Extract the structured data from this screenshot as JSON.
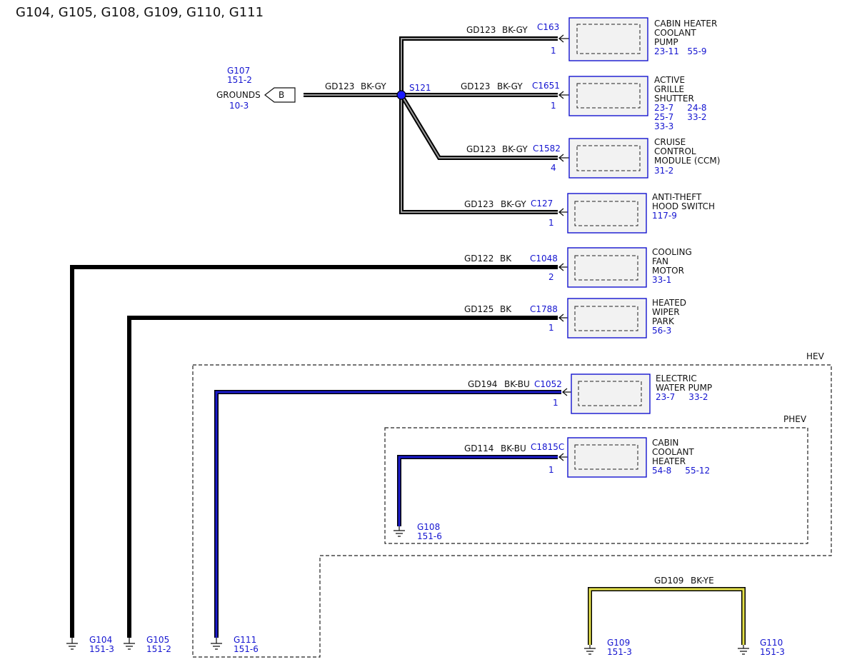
{
  "title": "G104, G105, G108, G109, G110, G111",
  "grounds_connector": {
    "label": "GROUNDS",
    "ref_top": "G107",
    "ref_top_page": "151-2",
    "ref_bottom": "10-3",
    "letter": "B"
  },
  "splice": {
    "id": "S121"
  },
  "wires": {
    "main": {
      "circuit": "GD123",
      "color": "BK-GY"
    },
    "w1": {
      "circuit": "GD123",
      "color": "BK-GY"
    },
    "w2": {
      "circuit": "GD123",
      "color": "BK-GY"
    },
    "w3": {
      "circuit": "GD123",
      "color": "BK-GY"
    },
    "w4": {
      "circuit": "GD123",
      "color": "BK-GY"
    },
    "w5": {
      "circuit": "GD122",
      "color": "BK"
    },
    "w6": {
      "circuit": "GD125",
      "color": "BK"
    },
    "w7": {
      "circuit": "GD194",
      "color": "BK-BU"
    },
    "w8": {
      "circuit": "GD114",
      "color": "BK-BU"
    },
    "w9": {
      "circuit": "GD109",
      "color": "BK-YE"
    }
  },
  "components": [
    {
      "connector": "C163",
      "pin": "1",
      "name": [
        "CABIN HEATER",
        "COOLANT",
        "PUMP"
      ],
      "refs": [
        "23-11   55-9"
      ]
    },
    {
      "connector": "C1651",
      "pin": "1",
      "name": [
        "ACTIVE",
        "GRILLE",
        "SHUTTER"
      ],
      "refs": [
        "23-7     24-8",
        "25-7     33-2",
        "33-3"
      ]
    },
    {
      "connector": "C1582",
      "pin": "4",
      "name": [
        "CRUISE",
        "CONTROL",
        "MODULE (CCM)"
      ],
      "refs": [
        "31-2"
      ]
    },
    {
      "connector": "C127",
      "pin": "1",
      "name": [
        "ANTI-THEFT",
        "HOOD SWITCH"
      ],
      "refs": [
        "117-9"
      ]
    },
    {
      "connector": "C1048",
      "pin": "2",
      "name": [
        "COOLING",
        "FAN",
        "MOTOR"
      ],
      "refs": [
        "33-1"
      ]
    },
    {
      "connector": "C1788",
      "pin": "1",
      "name": [
        "HEATED",
        "WIPER",
        "PARK"
      ],
      "refs": [
        "56-3"
      ]
    },
    {
      "connector": "C1052",
      "pin": "1",
      "name": [
        "ELECTRIC",
        "WATER PUMP"
      ],
      "refs": [
        "23-7     33-2"
      ]
    },
    {
      "connector": "C1815C",
      "pin": "1",
      "name": [
        "CABIN",
        "COOLANT",
        "HEATER"
      ],
      "refs": [
        "54-8     55-12"
      ]
    }
  ],
  "zones": {
    "hev": "HEV",
    "phev": "PHEV"
  },
  "grounds": [
    {
      "id": "G104",
      "page": "151-3"
    },
    {
      "id": "G105",
      "page": "151-2"
    },
    {
      "id": "G111",
      "page": "151-6"
    },
    {
      "id": "G108",
      "page": "151-6"
    },
    {
      "id": "G109",
      "page": "151-3"
    },
    {
      "id": "G110",
      "page": "151-3"
    }
  ],
  "colors": {
    "reference_blue": "#1414d0",
    "splice_fill": "#1a1aff",
    "bk_gy_core": "#9a9a9a",
    "bk_bu_core": "#1a1acc",
    "bk_ye_core": "#e6e24a"
  }
}
